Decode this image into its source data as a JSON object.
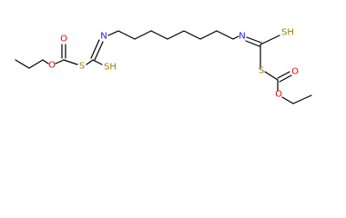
{
  "molecule": {
    "atoms": {
      "o_carbonyl_left": "O",
      "o_ether_left": "O",
      "s_thio_left": "S",
      "sh_left": "SH",
      "n_left": "N",
      "n_right": "N",
      "sh_right": "SH",
      "s_thio_right": "S",
      "o_carbonyl_right": "O",
      "o_ether_right": "O"
    },
    "colors": {
      "bond": "#000000",
      "oxygen": "#e60000",
      "sulfur": "#a08000",
      "nitrogen": "#1a1aff"
    }
  }
}
